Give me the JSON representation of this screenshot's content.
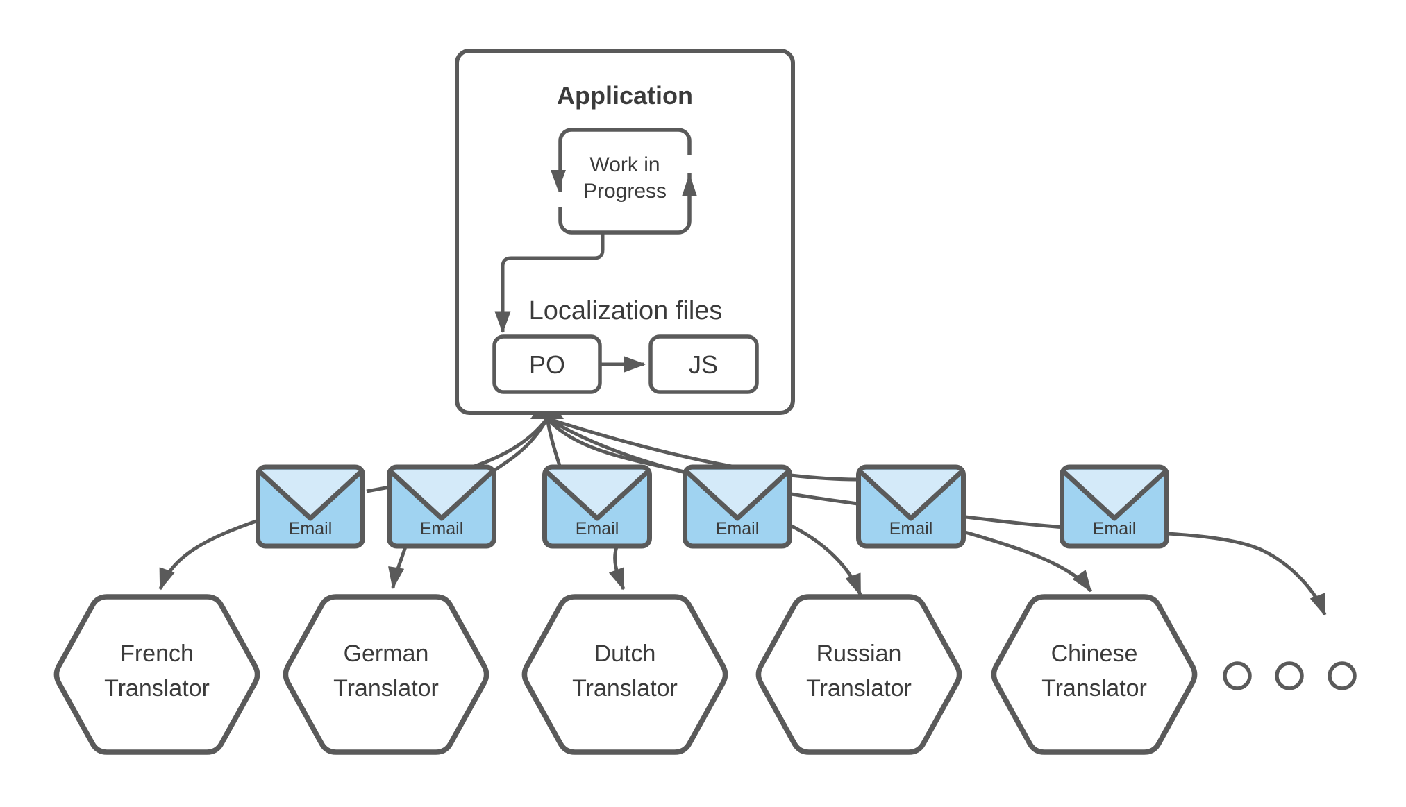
{
  "application": {
    "title": "Application"
  },
  "wip": {
    "line1": "Work in",
    "line2": "Progress"
  },
  "localization": {
    "heading": "Localization files",
    "po_label": "PO",
    "js_label": "JS"
  },
  "emails": [
    {
      "label": "Email"
    },
    {
      "label": "Email"
    },
    {
      "label": "Email"
    },
    {
      "label": "Email"
    },
    {
      "label": "Email"
    },
    {
      "label": "Email"
    }
  ],
  "translators": [
    {
      "name": "French",
      "role": "Translator"
    },
    {
      "name": "German",
      "role": "Translator"
    },
    {
      "name": "Dutch",
      "role": "Translator"
    },
    {
      "name": "Russian",
      "role": "Translator"
    },
    {
      "name": "Chinese",
      "role": "Translator"
    }
  ],
  "icons": {
    "email": "envelope-icon",
    "more_translators": "ellipsis-circles"
  },
  "colors": {
    "line": "#5a5a5a",
    "text": "#3b3b3b",
    "email_body": "#a0d3f1",
    "email_flap": "#d4eaf9",
    "node_fill": "#ffffff"
  }
}
